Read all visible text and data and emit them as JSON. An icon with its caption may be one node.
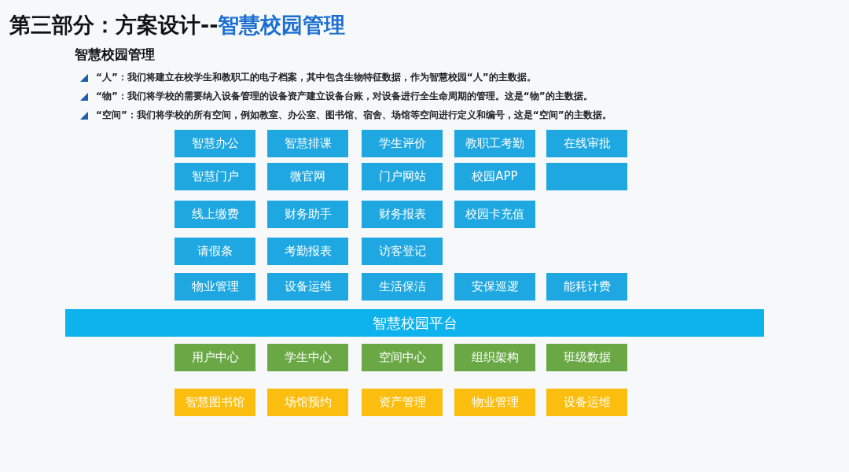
{
  "diagram": {
    "title": "第三部分：方案设计--**智慧校园管理**",
    "nodes": [
      {
        "text": [
          "智慧办公"
        ]
      },
      {
        "text": [
          "智慧排课"
        ]
      },
      {
        "text": [
          "学生评价"
        ]
      },
      {
        "text": [
          "教职工考勤"
        ]
      },
      {
        "text": [
          "在线审批"
        ]
      },
      {
        "text": [
          "智慧门户"
        ]
      },
      {
        "text": [
          "微官网"
        ]
      },
      {
        "text": [
          "门户网站"
        ]
      },
      {
        "text": [
          "校园APP"
        ]
      },
      {
        "text": [],
        "shape": "box"
      },
      {
        "text": [
          "线上缴费"
        ]
      },
      {
        "text": [
          "财务助手"
        ]
      },
      {
        "text": [
          "财务报表"
        ]
      },
      {
        "text": [
          "校园卡充值"
        ]
      },
      {
        "text": [
          "请假条"
        ]
      },
      {
        "text": [
          "考勤报表"
        ]
      },
      {
        "text": [
          "访客登记"
        ]
      },
      {
        "text": [
          "物业管理"
        ]
      },
      {
        "text": [
          "设备运维"
        ]
      },
      {
        "text": [
          "生活保洁"
        ]
      },
      {
        "text": [
          "安保巡逻"
        ]
      },
      {
        "text": [
          "能耗计费"
        ]
      },
      {
        "text": [
          "智慧校园平台"
        ]
      },
      {
        "text": [
          "用户中心"
        ]
      },
      {
        "text": [
          "学生中心"
        ]
      },
      {
        "text": [
          "空间中心"
        ]
      },
      {
        "text": [
          "组织架构"
        ]
      },
      {
        "text": [
          "班级数据"
        ]
      },
      {
        "text": [
          "智慧图书馆"
        ]
      },
      {
        "text": [
          "场馆预约"
        ]
      },
      {
        "text": [
          "资产管理"
        ]
      },
      {
        "text": [
          "物业管理"
        ]
      },
      {
        "text": [
          "设备运维"
        ]
      }
    ],
    "labels": [
      "智慧校园管理",
      "“人”：我们将建立在校学生和教职工的电子档案，其中包含生物特征数据，作为智慧校园“人”的主数据。",
      "“物”：我们将学校的需要纳入设备管理的设备资产建立设备台账，对设备进行全生命周期的管理。这是“物”的主数据。",
      "“空间”：我们将学校的所有空间，例如教室、办公室、图书馆、宿舍、场馆等空间进行定义和编号，这是“空间”的主数据。"
    ]
  }
}
